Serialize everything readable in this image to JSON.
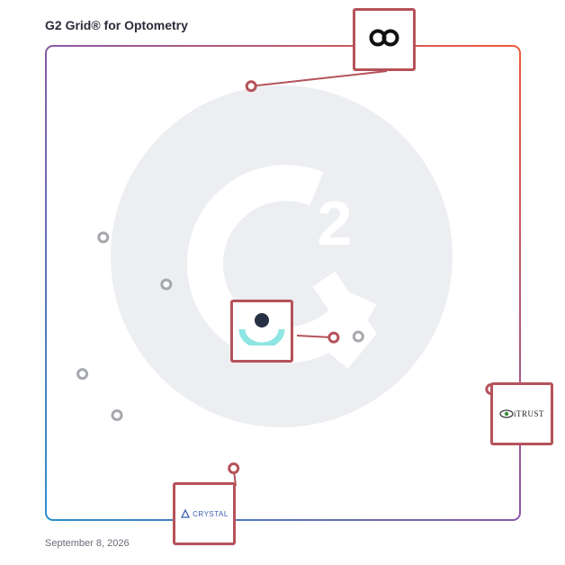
{
  "title": "G2 Grid® for Optometry",
  "date": "September 8, 2026",
  "colors": {
    "highlight": "#b5525a",
    "point": "#a5a8ad",
    "watermark": "#eceef1",
    "quad_line_v": "#9a76b8",
    "quad_line_h": "#6e6fc0"
  },
  "chart_data": {
    "type": "scatter",
    "title": "G2 Grid® for Optometry",
    "xlabel": "",
    "ylabel": "",
    "xlim": [
      0,
      1
    ],
    "ylim": [
      0,
      1
    ],
    "grid": "quadrants",
    "points": [
      {
        "x": 0.433,
        "y": 0.915,
        "highlight": true,
        "logo": "infinity-logo",
        "box": "top"
      },
      {
        "x": 0.121,
        "y": 0.596,
        "highlight": false
      },
      {
        "x": 0.254,
        "y": 0.497,
        "highlight": false
      },
      {
        "x": 0.607,
        "y": 0.385,
        "highlight": true,
        "logo": "eye-arc-logo",
        "box": "center"
      },
      {
        "x": 0.659,
        "y": 0.387,
        "highlight": false
      },
      {
        "x": 0.077,
        "y": 0.308,
        "highlight": false
      },
      {
        "x": 0.15,
        "y": 0.221,
        "highlight": false
      },
      {
        "x": 0.939,
        "y": 0.276,
        "highlight": true,
        "logo": "itrust-logo",
        "box": "right"
      },
      {
        "x": 0.396,
        "y": 0.109,
        "highlight": true,
        "logo": "crystal-logo",
        "box": "bottom"
      }
    ]
  },
  "logos": {
    "itrust_text": "iTRUST",
    "crystal_text": "CRYSTAL"
  }
}
